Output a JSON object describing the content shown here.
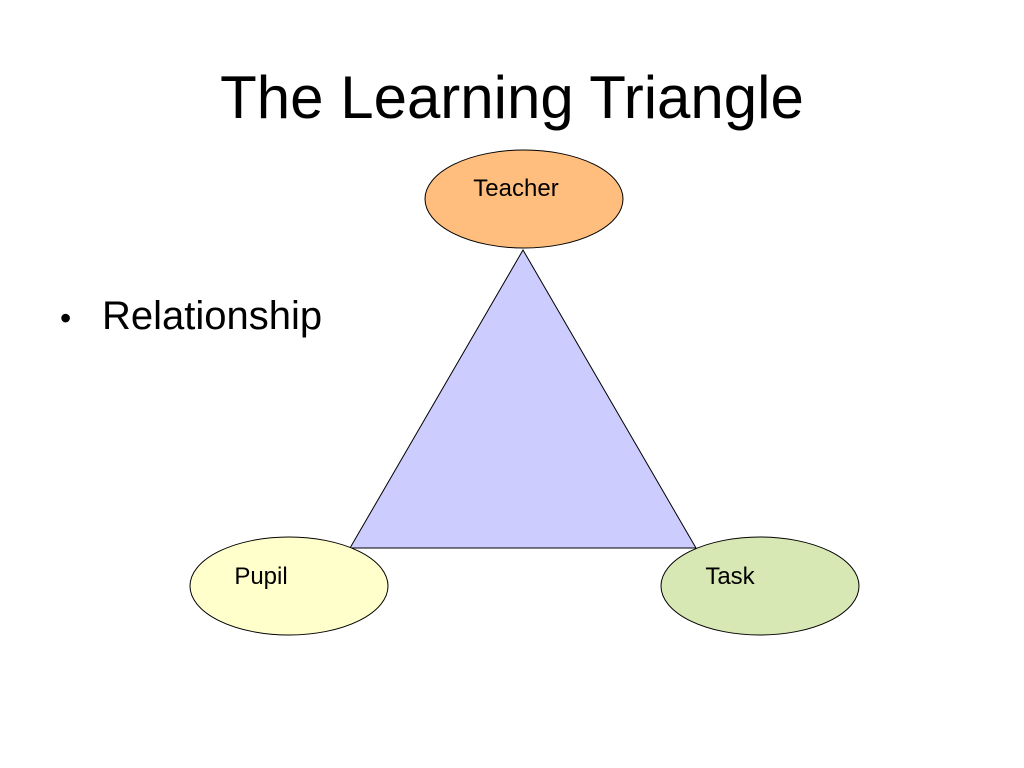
{
  "slide": {
    "title": "The Learning Triangle",
    "bullets": [
      "Relationship"
    ]
  },
  "diagram": {
    "triangle_color": "#ccccff",
    "nodes": {
      "teacher": {
        "label": "Teacher",
        "color": "#ffbe7d"
      },
      "pupil": {
        "label": "Pupil",
        "color": "#ffffcc"
      },
      "task": {
        "label": "Task",
        "color": "#d8e8b4"
      }
    }
  }
}
